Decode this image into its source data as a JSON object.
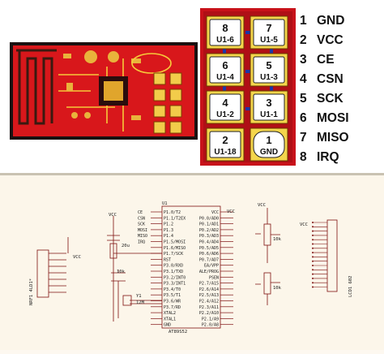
{
  "module": {
    "pads": [
      {
        "num": "8",
        "ref": "U1-6"
      },
      {
        "num": "7",
        "ref": "U1-5"
      },
      {
        "num": "6",
        "ref": "U1-4"
      },
      {
        "num": "5",
        "ref": "U1-3"
      },
      {
        "num": "4",
        "ref": "U1-2"
      },
      {
        "num": "3",
        "ref": "U1-1"
      },
      {
        "num": "2",
        "ref": "U1-18"
      },
      {
        "num": "1",
        "ref": "GND"
      }
    ]
  },
  "pin_legend": [
    {
      "num": "1",
      "name": "GND"
    },
    {
      "num": "2",
      "name": "VCC"
    },
    {
      "num": "3",
      "name": "CE"
    },
    {
      "num": "4",
      "name": "CSN"
    },
    {
      "num": "5",
      "name": "SCK"
    },
    {
      "num": "6",
      "name": "MOSI"
    },
    {
      "num": "7",
      "name": "MISO"
    },
    {
      "num": "8",
      "name": "IRQ"
    }
  ],
  "schematic": {
    "vcc": "VCC",
    "c1": "20u",
    "r1": "10k",
    "y1": "Y1",
    "crystal": "12M",
    "u1": "U1",
    "mcu": "AT89S52",
    "r2": "10k",
    "r3": "10k",
    "nrf": "NRF1 4LD1*",
    "lcd": "LCD1 602",
    "left_pins": [
      "P1.0/T2",
      "P1.1/T2EX",
      "P1.2",
      "P1.3",
      "P1.4",
      "P1.5/MOSI",
      "P1.6/MISO",
      "P1.7/SCK",
      "RST",
      "P3.0/RXD",
      "P3.1/TXD",
      "P3.2/INT0",
      "P3.3/INT1",
      "P3.4/T0",
      "P3.5/T1",
      "P3.6/WR",
      "P3.7/RD",
      "XTAL2",
      "XTAL1",
      "GND"
    ],
    "right_pins": [
      "VCC",
      "P0.0/AD0",
      "P0.1/AD1",
      "P0.2/AD2",
      "P0.3/AD3",
      "P0.4/AD4",
      "P0.5/AD5",
      "P0.6/AD6",
      "P0.7/AD7",
      "EA/VPP",
      "ALE/PROG",
      "PSEN",
      "P2.7/A15",
      "P2.6/A14",
      "P2.5/A13",
      "P2.4/A12",
      "P2.3/A11",
      "P2.2/A10",
      "P2.1/A9",
      "P2.0/A8"
    ],
    "mcu_left_nets": [
      "CE",
      "CSN",
      "SCK",
      "MOSI",
      "MISO",
      "IRQ"
    ]
  }
}
